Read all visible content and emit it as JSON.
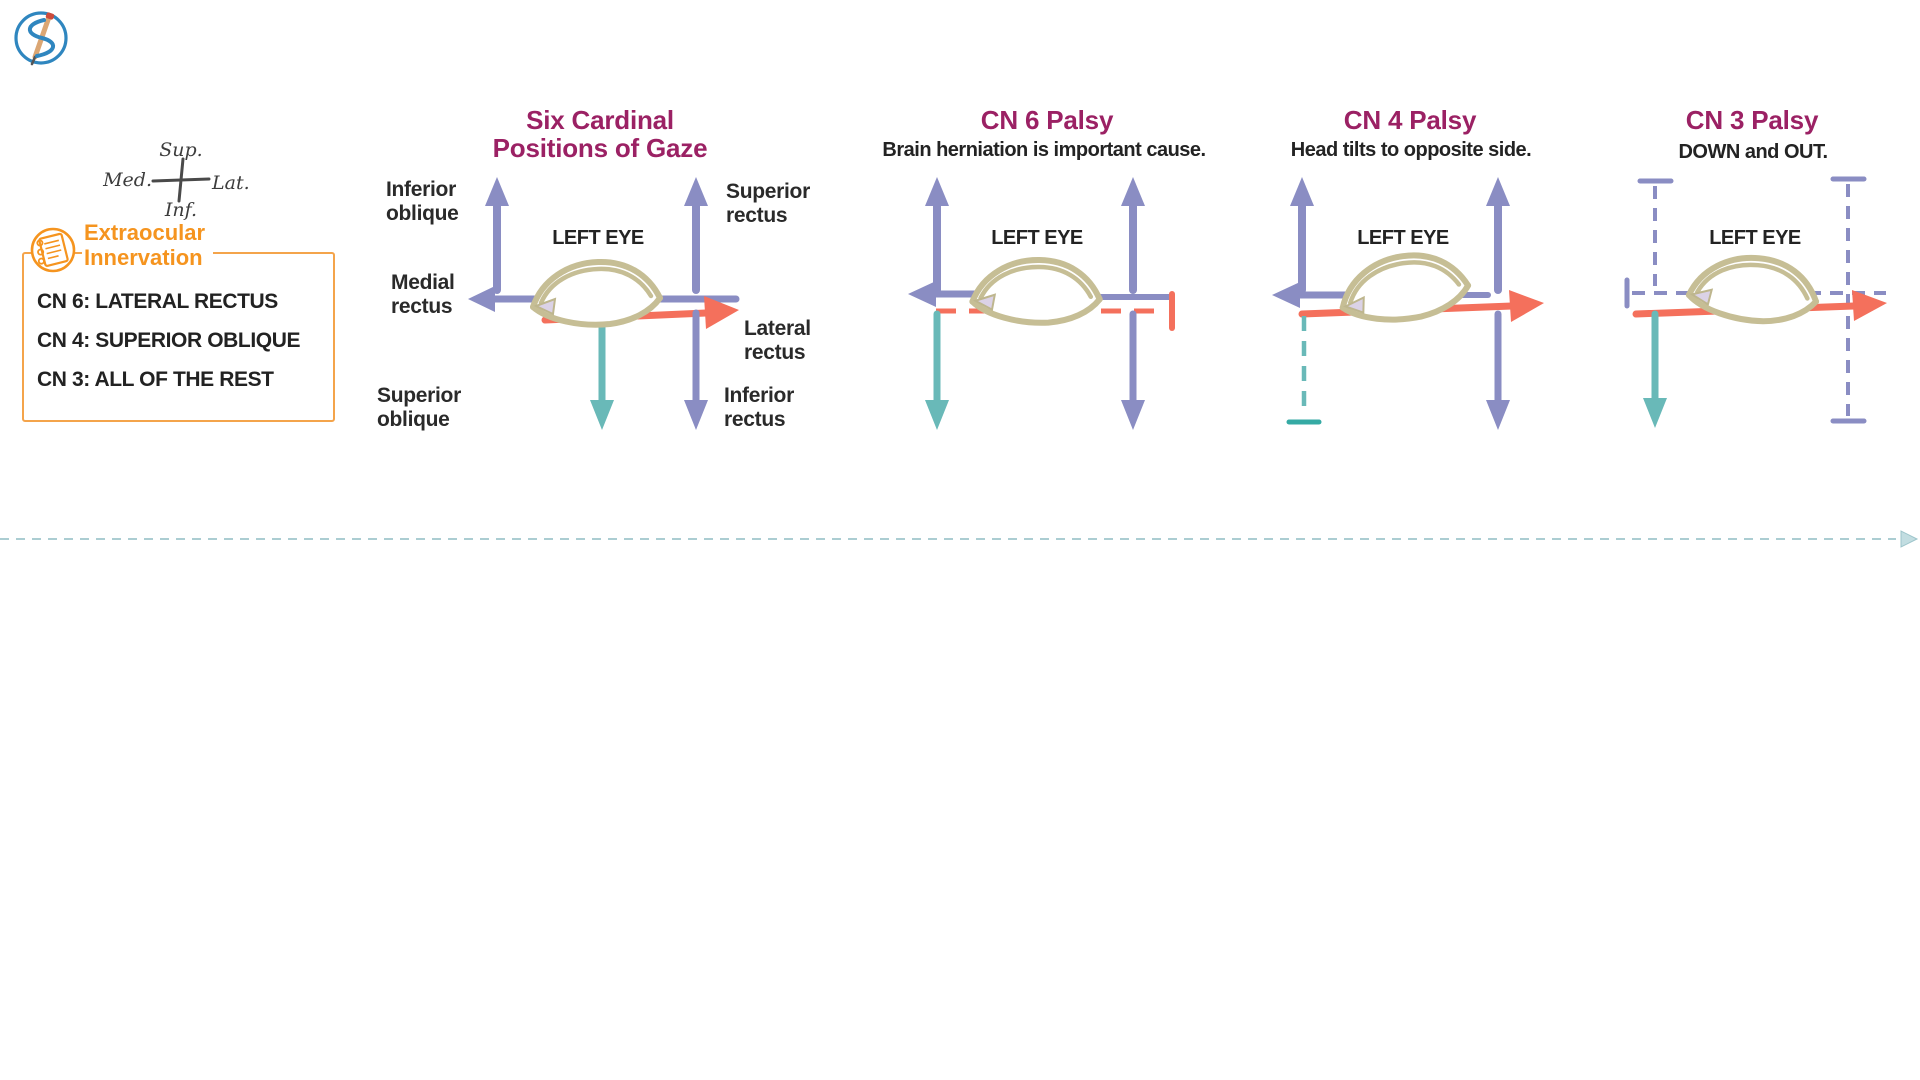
{
  "colors": {
    "title_magenta": "#9b2164",
    "accent_orange": "#f5941f",
    "arrow_purple": "#8a8dc3",
    "arrow_teal": "#69b9b8",
    "arrow_red": "#f4705c",
    "eye_olive": "#c6be95",
    "iris_olive": "#857c5c",
    "logo_blue": "#2f86bf",
    "separator_teal": "#abcdd2",
    "text_black": "#232323"
  },
  "compass": {
    "top": "Sup.",
    "left": "Med.",
    "right": "Lat.",
    "bottom": "Inf."
  },
  "legend": {
    "title": "Extraocular\nInnervation",
    "items": [
      "CN 6: LATERAL RECTUS",
      "CN 4: SUPERIOR OBLIQUE",
      "CN 3: ALL OF THE REST"
    ]
  },
  "six_cardinal": {
    "title": "Six Cardinal\nPositions of Gaze",
    "eye_label": "LEFT EYE",
    "labels": {
      "inferior_oblique": "Inferior\noblique",
      "superior_rectus": "Superior\nrectus",
      "medial_rectus": "Medial\nrectus",
      "lateral_rectus": "Lateral\nrectus",
      "superior_oblique": "Superior\noblique",
      "inferior_rectus": "Inferior\nrectus"
    }
  },
  "cn6": {
    "title": "CN 6 Palsy",
    "subtitle": "Brain herniation is important cause.",
    "eye_label": "LEFT EYE"
  },
  "cn4": {
    "title": "CN 4 Palsy",
    "subtitle": "Head tilts to opposite side.",
    "eye_label": "LEFT EYE"
  },
  "cn3": {
    "title": "CN 3 Palsy",
    "subtitle": "DOWN and OUT.",
    "eye_label": "LEFT EYE"
  }
}
